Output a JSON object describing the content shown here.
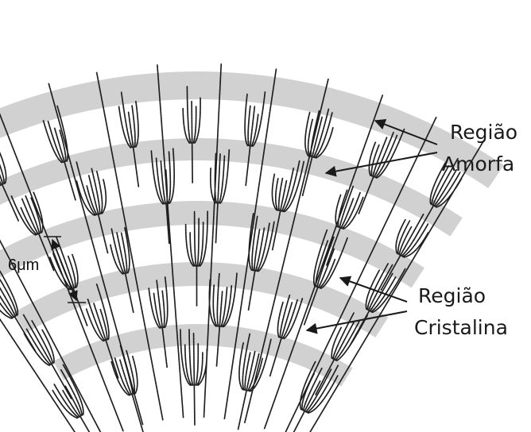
{
  "labels": {
    "amorphous_line1": "Região",
    "amorphous_line2": "Amorfa",
    "crystalline_line1": "Região",
    "crystalline_line2": "Cristalina",
    "scale": "6μm"
  },
  "colors": {
    "band": "#c9c9c9",
    "ink": "#1f1f1f",
    "arrow": "#1a1a1a"
  }
}
